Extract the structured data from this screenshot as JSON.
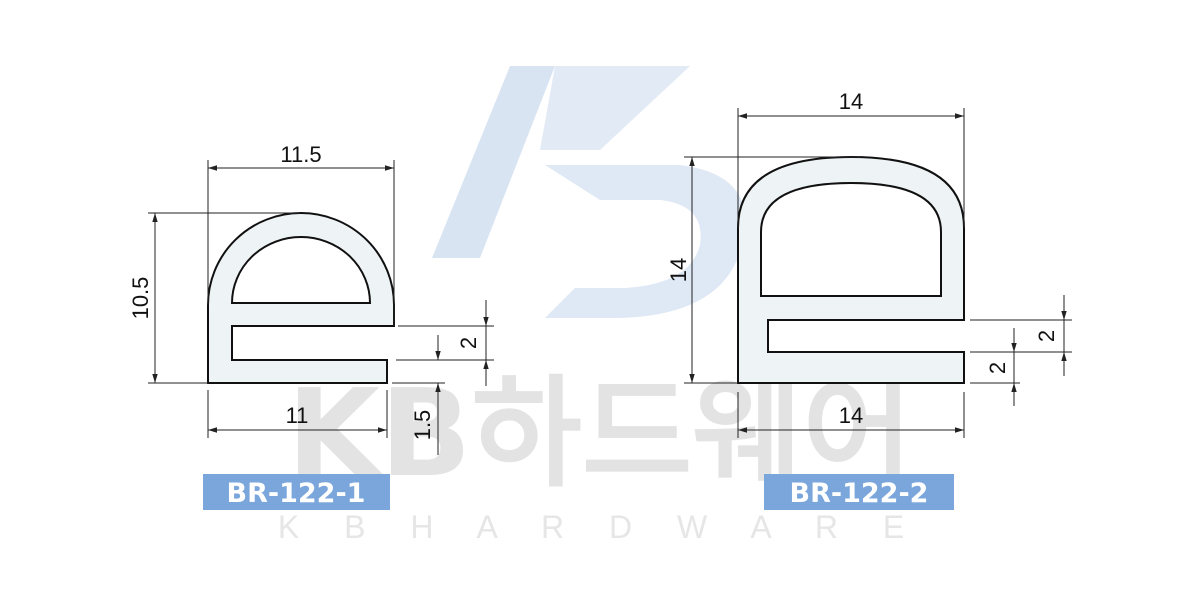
{
  "watermark": {
    "main": "KB하드웨어",
    "sub": "K B   H A R D W A R E",
    "logo_color": "#d9e4f3",
    "text_color": "#e3e3e3"
  },
  "profiles": [
    {
      "model": "BR-122-1",
      "dimensions": {
        "width_top": "11.5",
        "height": "10.5",
        "bottom_width": "11",
        "lip_gap": "2",
        "lip_thickness": "1.5"
      }
    },
    {
      "model": "BR-122-2",
      "dimensions": {
        "width_top": "14",
        "height": "14",
        "bottom_width": "14",
        "lip_gap": "2",
        "lip_thickness": "2"
      }
    }
  ],
  "colors": {
    "label_bg": "#7aa6dc",
    "label_text": "#ffffff",
    "profile_fill": "#eef4f6",
    "line": "#111111"
  }
}
